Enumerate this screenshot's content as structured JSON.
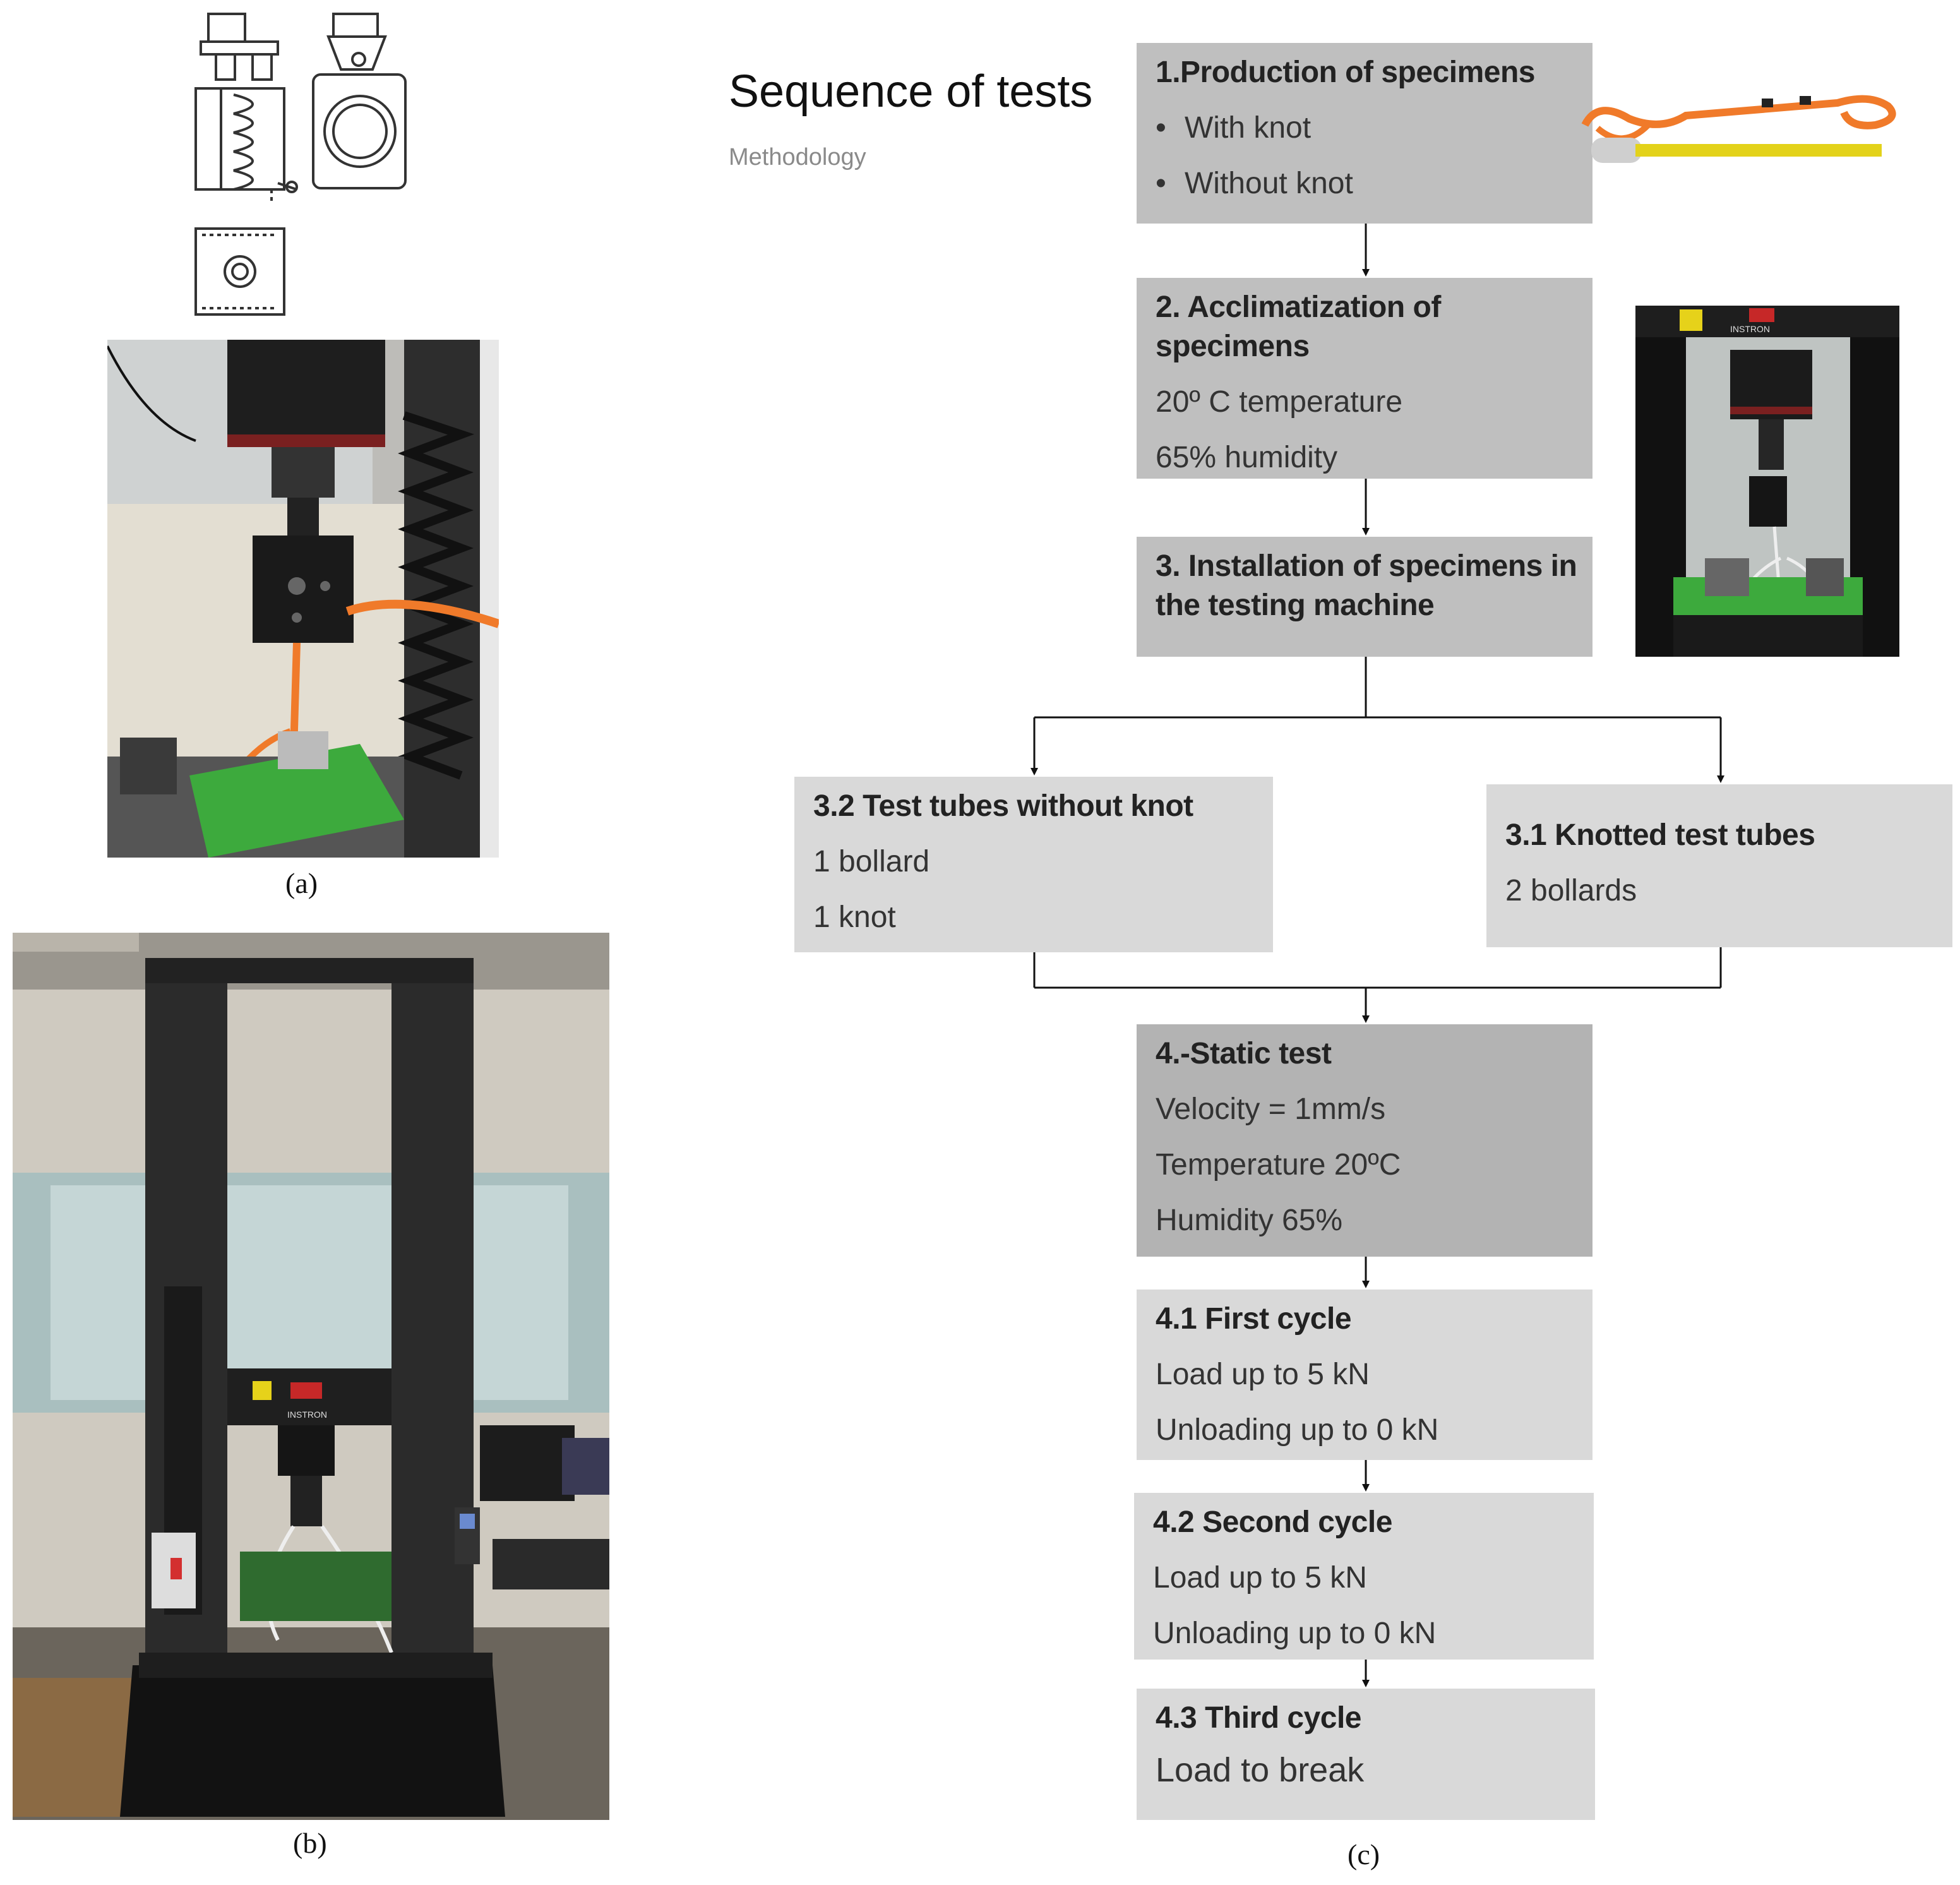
{
  "captions": {
    "a": "(a)",
    "b": "(b)",
    "c": "(c)"
  },
  "header": {
    "title": "Sequence of tests",
    "subtitle": "Methodology"
  },
  "steps": {
    "s1": {
      "title": "1.Production of specimens",
      "items": [
        "With knot",
        "Without knot"
      ]
    },
    "s2": {
      "title": "2. Acclimatization of specimens",
      "items": [
        "20º C temperature",
        "65% humidity"
      ]
    },
    "s3": {
      "title": "3. Installation of specimens in the testing machine"
    },
    "s32": {
      "title": "3.2 Test tubes without knot",
      "items": [
        "1 bollard",
        "1 knot"
      ]
    },
    "s31": {
      "title": "3.1 Knotted test tubes",
      "items": [
        "2 bollards"
      ]
    },
    "s4": {
      "title": "4.-Static test",
      "items": [
        "Velocity = 1mm/s",
        "Temperature  20ºC",
        "Humidity 65%"
      ]
    },
    "s41": {
      "title": "4.1 First cycle",
      "items": [
        "Load up to 5 kN",
        "Unloading up to 0 kN"
      ]
    },
    "s42": {
      "title": "4.2 Second cycle",
      "items": [
        "Load up to 5 kN",
        "Unloading up to 0 kN"
      ]
    },
    "s43": {
      "title": "4.3 Third cycle",
      "items": [
        "Load to break"
      ]
    }
  },
  "photo_labels": {
    "instron_small": "INSTRON",
    "instron_big": "INSTRON"
  },
  "colors": {
    "box_dark": "#bfbfbf",
    "box_light": "#d9d9d9",
    "rope": "#f07a2a",
    "machine": "#2b2b2b",
    "bench": "#3daa3d"
  }
}
